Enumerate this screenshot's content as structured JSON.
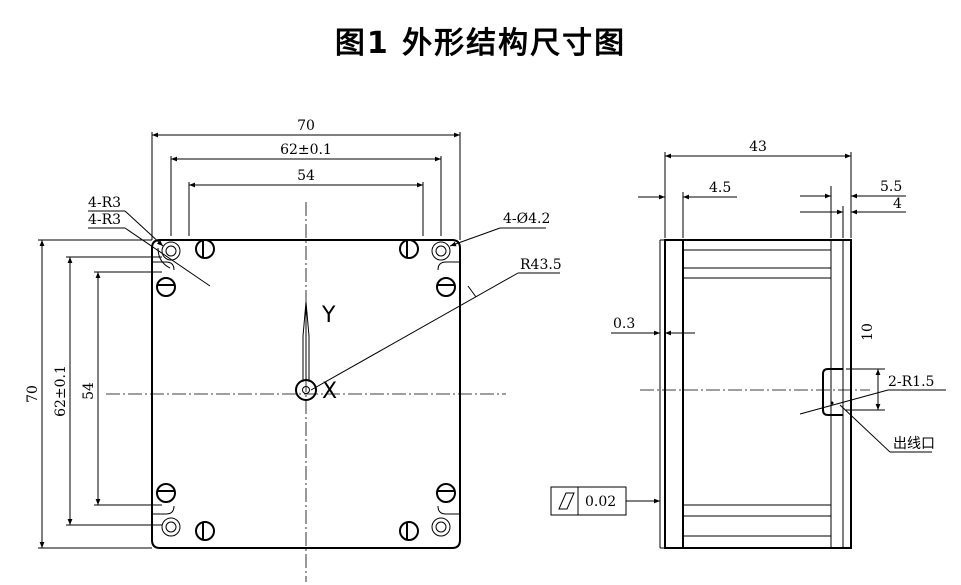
{
  "title": "图1 外形结构尺寸图",
  "front_view": {
    "dim_width_overall": "70",
    "dim_hole_spacing_x": "62±0.1",
    "dim_inner_x": "54",
    "dim_height_overall": "70",
    "dim_hole_spacing_y": "62±0.1",
    "dim_inner_y": "54",
    "label_r3_a": "4-R3",
    "label_r3_b": "4-R3",
    "label_holes": "4-Ø4.2",
    "label_radius": "R43.5",
    "axis_y": "Y",
    "axis_x": "X"
  },
  "side_view": {
    "dim_depth": "43",
    "dim_flange": "4.5",
    "dim_55": "5.5",
    "dim_4": "4",
    "dim_03": "0.3",
    "dim_10": "10",
    "label_2r15": "2-R1.5",
    "label_outlet": "出线口",
    "tolerance_value": "0.02"
  }
}
